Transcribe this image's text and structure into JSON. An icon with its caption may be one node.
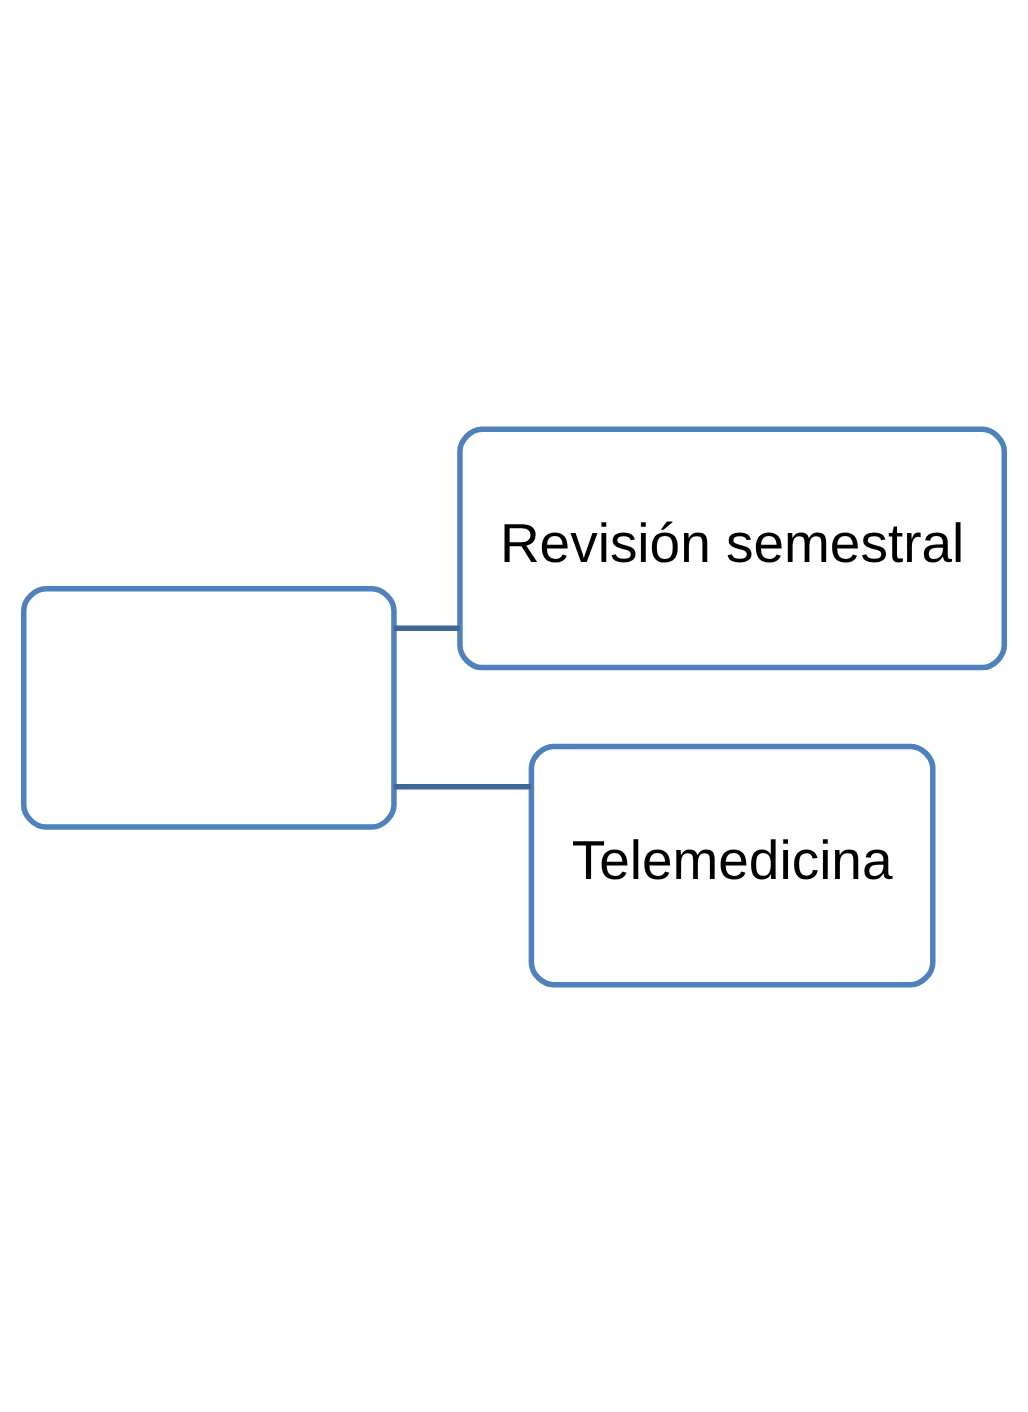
{
  "diagram": {
    "nodes": [
      {
        "text": [],
        "shape": "box"
      },
      {
        "text": [
          "Revisión semestral"
        ]
      },
      {
        "text": [
          "Telemedicina"
        ]
      }
    ],
    "edges": [
      {
        "from": 0,
        "to": 1,
        "arrow": "none"
      },
      {
        "from": 0,
        "to": 2,
        "arrow": "none"
      }
    ]
  }
}
